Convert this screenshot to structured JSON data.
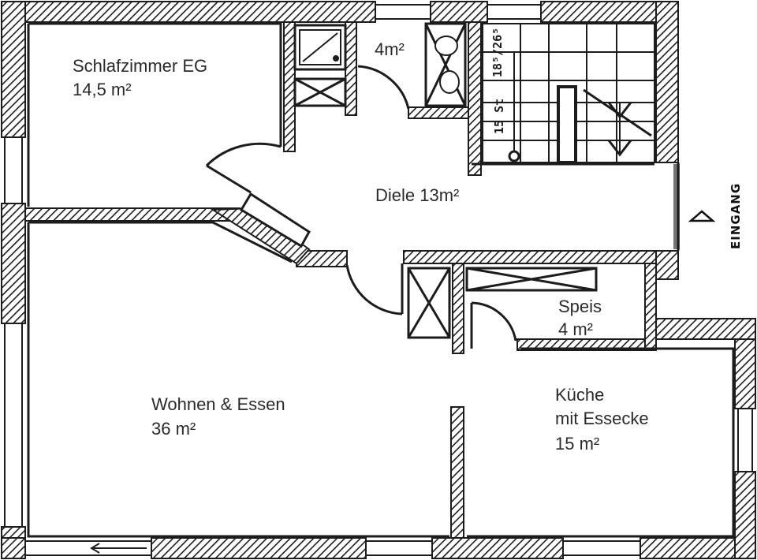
{
  "rooms": {
    "schlafzimmer": {
      "name": "Schlafzimmer EG",
      "area": "14,5 m²"
    },
    "wc": {
      "area": "4m²"
    },
    "diele": {
      "label": "Diele 13m²"
    },
    "wohnen": {
      "name": "Wohnen & Essen",
      "area": "36 m²"
    },
    "speis": {
      "name": "Speis",
      "area": "4 m²"
    },
    "kueche": {
      "line1": "Küche",
      "line2": "mit Essecke",
      "area": "15 m²"
    }
  },
  "stairs": {
    "steps_label": "15 St",
    "ratio_label": "18⁵/26⁵"
  },
  "entrance": {
    "label": "EINGANG"
  },
  "colors": {
    "wall": "#1c1c1c",
    "text": "#2a2a2a",
    "background": "#ffffff"
  }
}
